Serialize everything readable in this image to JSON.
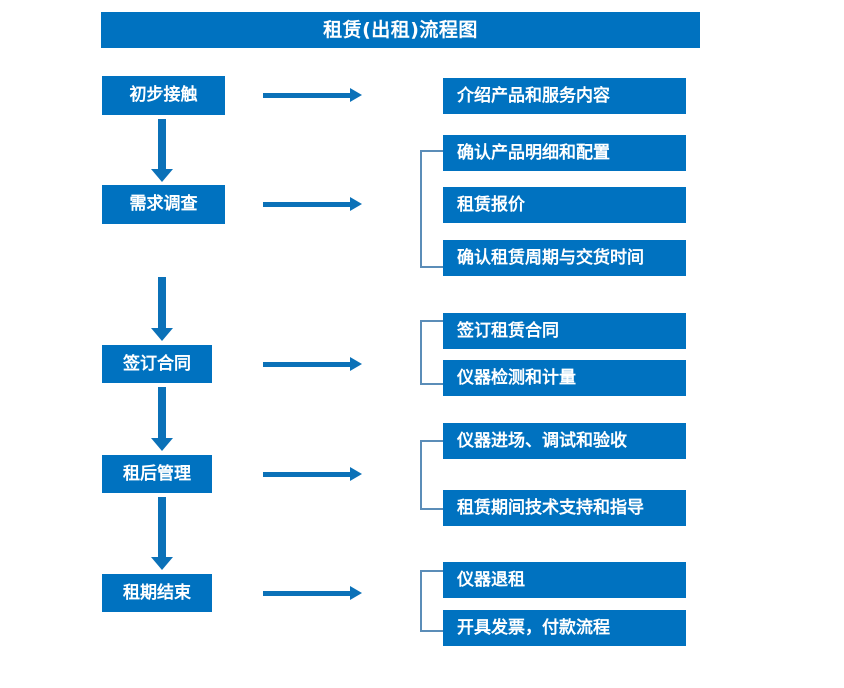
{
  "document": {
    "title": "租赁(出租)流程图",
    "accent_color": "#0072C0",
    "arrow_color": "#0B71B8",
    "bracket_color": "#5B8DB8",
    "text_color": "#FFFFFF",
    "background_color": "#FFFFFF"
  },
  "stages": [
    {
      "id": "stage-1",
      "label": "初步接触"
    },
    {
      "id": "stage-2",
      "label": "需求调查"
    },
    {
      "id": "stage-3",
      "label": "签订合同"
    },
    {
      "id": "stage-4",
      "label": "租后管理"
    },
    {
      "id": "stage-5",
      "label": "租期结束"
    }
  ],
  "details": [
    {
      "id": "detail-1-1",
      "label": "介绍产品和服务内容"
    },
    {
      "id": "detail-2-1",
      "label": "确认产品明细和配置"
    },
    {
      "id": "detail-2-2",
      "label": "租赁报价"
    },
    {
      "id": "detail-2-3",
      "label": "确认租赁周期与交货时间"
    },
    {
      "id": "detail-3-1",
      "label": "签订租赁合同"
    },
    {
      "id": "detail-3-2",
      "label": "仪器检测和计量"
    },
    {
      "id": "detail-4-1",
      "label": "仪器进场、调试和验收"
    },
    {
      "id": "detail-4-2",
      "label": "租赁期间技术支持和指导"
    },
    {
      "id": "detail-5-1",
      "label": "仪器退租"
    },
    {
      "id": "detail-5-2",
      "label": "开具发票，付款流程"
    }
  ],
  "connectors": {
    "horizontal_arrow_icon": "arrow-right-icon",
    "vertical_arrow_icon": "arrow-down-icon",
    "bracket_icon": "group-bracket-icon"
  }
}
